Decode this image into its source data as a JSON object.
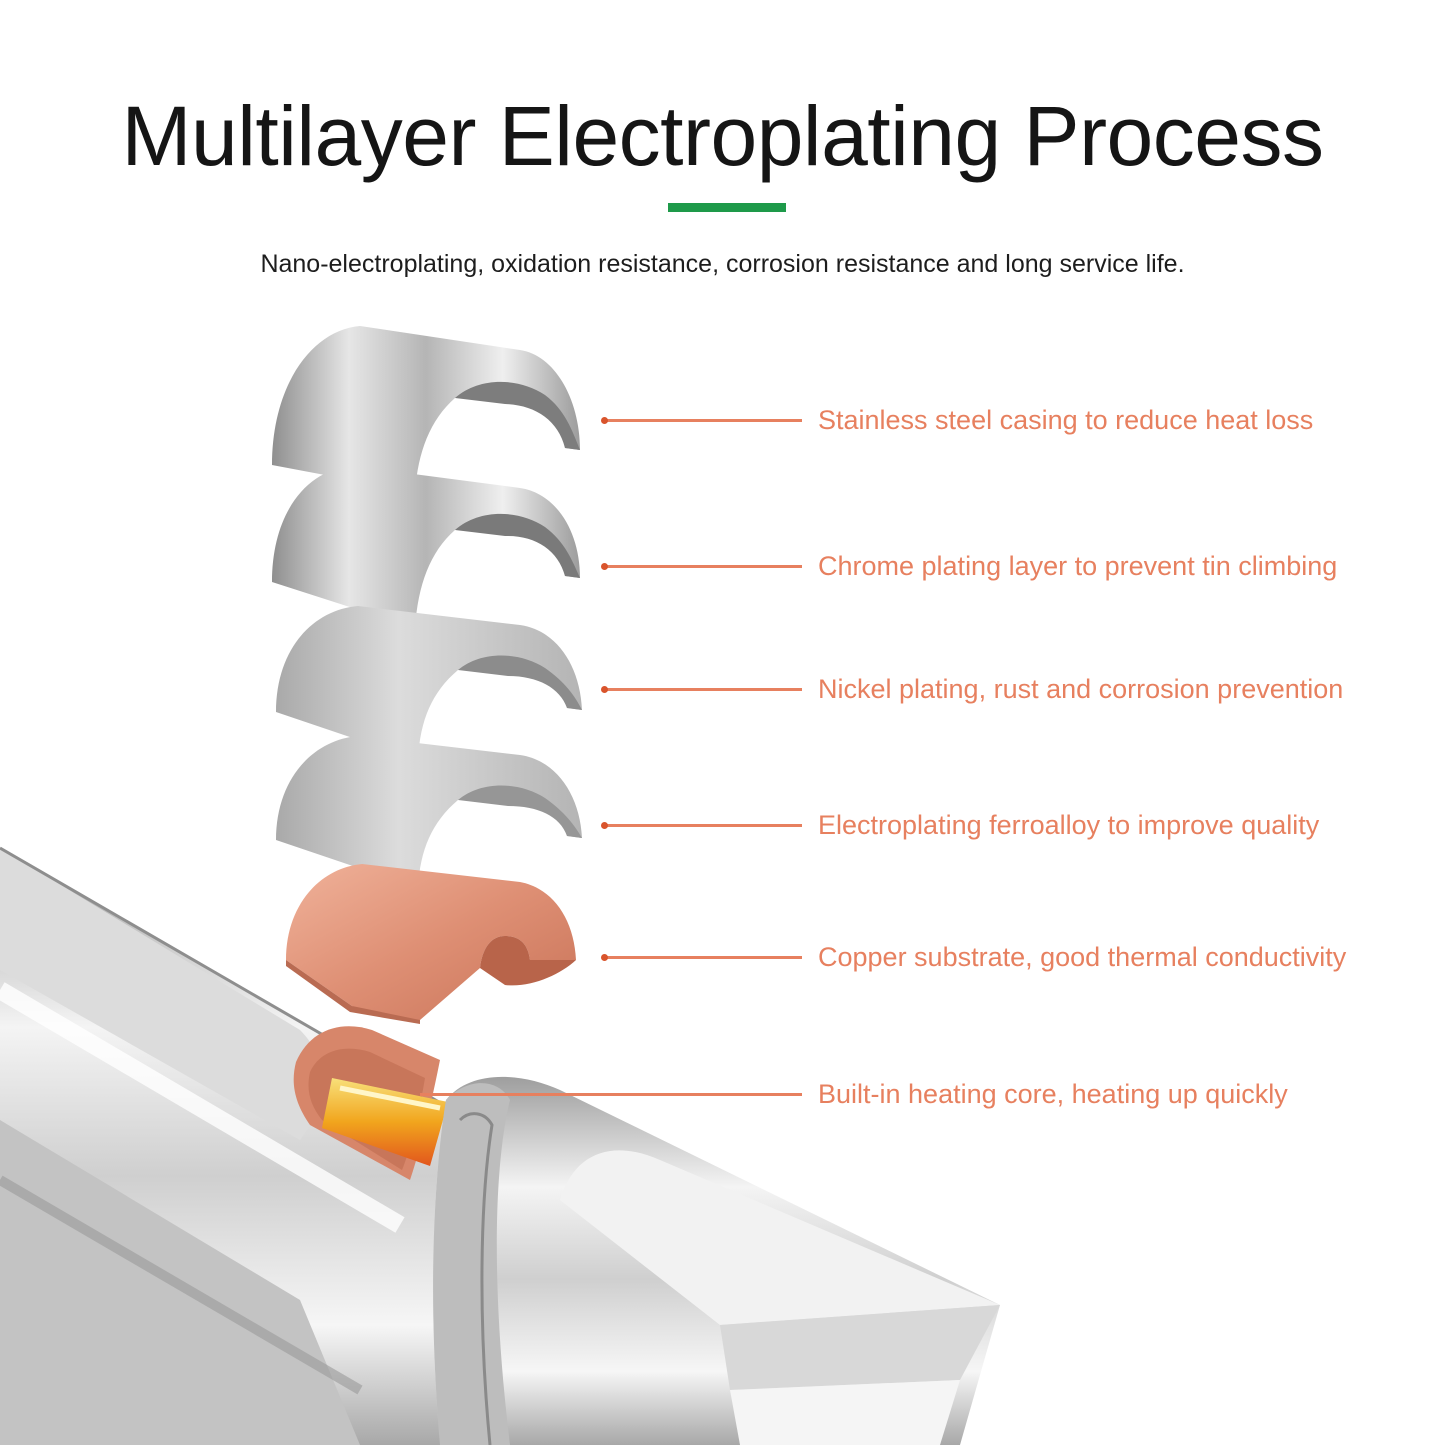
{
  "header": {
    "title": "Multilayer Electroplating Process",
    "subtitle": "Nano-electroplating, oxidation resistance, corrosion resistance and long service life."
  },
  "layers": [
    {
      "label": "Stainless steel casing to reduce heat loss",
      "color": "#b9b9b9"
    },
    {
      "label": "Chrome plating layer to prevent tin climbing",
      "color": "#c4c4c4"
    },
    {
      "label": "Nickel plating, rust and corrosion prevention",
      "color": "#c9c9c9"
    },
    {
      "label": "Electroplating ferroalloy to improve quality",
      "color": "#cfcfcf"
    },
    {
      "label": "Copper substrate, good thermal conductivity",
      "color": "#de9277"
    },
    {
      "label": "Built-in heating core, heating up quickly",
      "color": "#f2b21a"
    }
  ],
  "colors": {
    "accent": "#1e9a4a",
    "label_text": "#e7805f",
    "leader_dot": "#d9542c"
  }
}
